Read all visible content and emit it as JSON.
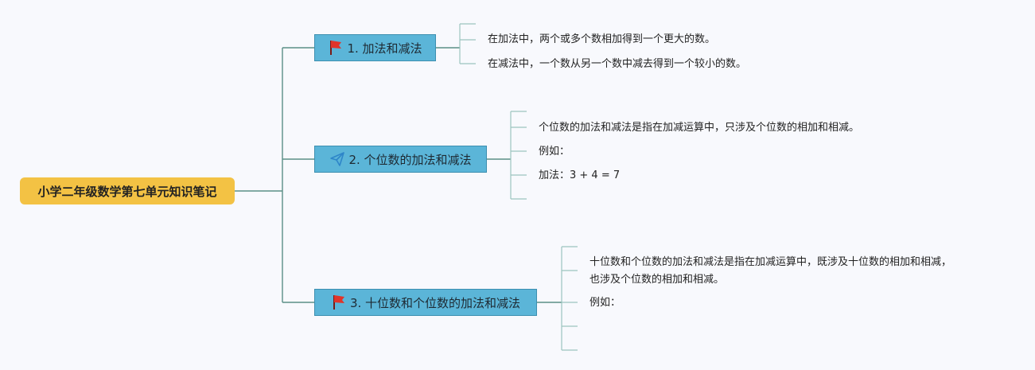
{
  "root": {
    "label": "小学二年级数学第七单元知识笔记"
  },
  "topics": [
    {
      "label": "1. 加法和减法",
      "icon": "red-flag-icon",
      "notes": [
        "在加法中，两个或多个数相加得到一个更大的数。",
        "在减法中，一个数从另一个数中减去得到一个较小的数。"
      ]
    },
    {
      "label": "2. 个位数的加法和减法",
      "icon": "paper-plane-icon",
      "notes": [
        "个位数的加法和减法是指在加减运算中，只涉及个位数的相加和相减。",
        "例如：",
        "加法：3 + 4 = 7"
      ]
    },
    {
      "label": "3. 十位数和个位数的加法和减法",
      "icon": "red-flag-icon",
      "notes": [
        "十位数和个位数的加法和减法是指在加减运算中，既涉及十位数的相加和相减，",
        "也涉及个位数的相加和相减。",
        "例如："
      ]
    }
  ],
  "colors": {
    "root_fill": "#f3c244",
    "topic_fill": "#5bb5d8",
    "main_line": "#5a8f86",
    "branch_line": "#9cc4bf",
    "flag_red": "#e0342a",
    "plane_blue": "#2e86c9"
  }
}
